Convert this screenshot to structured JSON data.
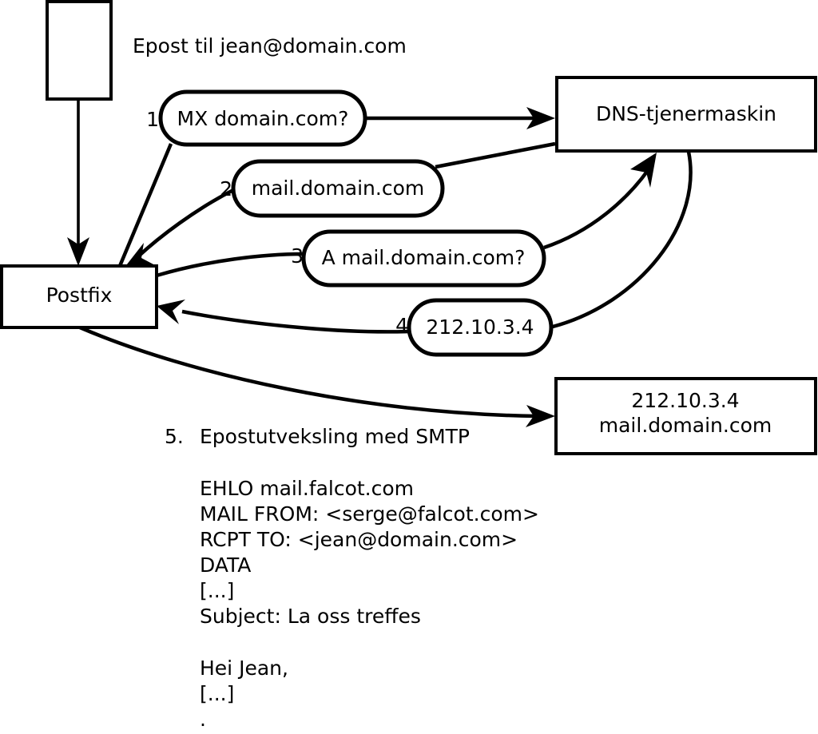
{
  "diagram": {
    "title_text": "Epost til jean@domain.com",
    "nodes": {
      "mail_client": {
        "label": ""
      },
      "postfix": {
        "label": "Postfix"
      },
      "dns_server": {
        "label": "DNS-tjenermaskin"
      },
      "remote_mail_server": {
        "line1": "212.10.3.4",
        "line2": "mail.domain.com"
      }
    },
    "steps": [
      {
        "num": "1.",
        "label": "MX domain.com?"
      },
      {
        "num": "2.",
        "label": "mail.domain.com"
      },
      {
        "num": "3.",
        "label": "A mail.domain.com?"
      },
      {
        "num": "4.",
        "label": "212.10.3.4"
      }
    ],
    "step5": {
      "num": "5.",
      "label": "Epostutveksling med SMTP"
    },
    "smtp_transcript": [
      "EHLO mail.falcot.com",
      "MAIL FROM: <serge@falcot.com>",
      "RCPT TO: <jean@domain.com>",
      "DATA",
      "[...]",
      "Subject: La oss treffes",
      "",
      "Hei Jean,",
      "[...]",
      "."
    ]
  },
  "colors": {
    "stroke": "#000000",
    "fill": "#ffffff"
  }
}
